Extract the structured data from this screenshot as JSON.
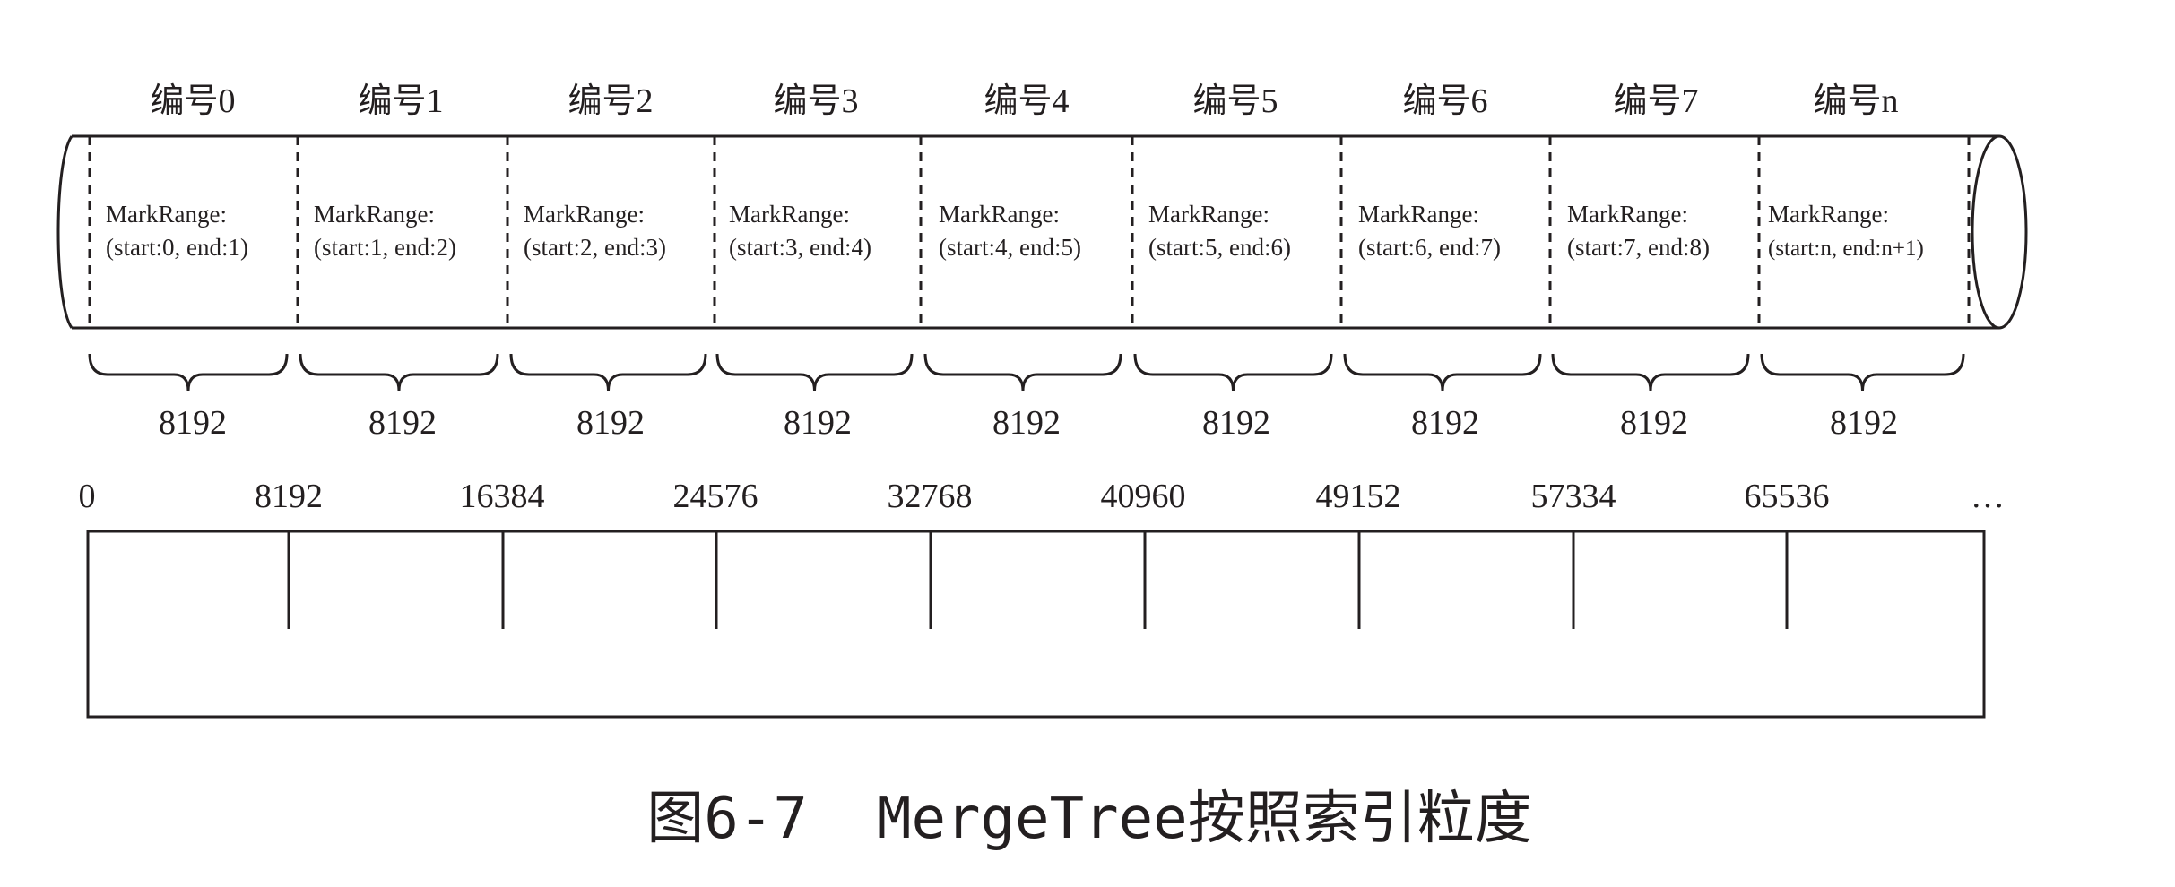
{
  "segment_labels": [
    "编号0",
    "编号1",
    "编号2",
    "编号3",
    "编号4",
    "编号5",
    "编号6",
    "编号7",
    "编号n"
  ],
  "mark_ranges": [
    {
      "line1": "MarkRange:",
      "line2": "(start:0, end:1)"
    },
    {
      "line1": "MarkRange:",
      "line2": "(start:1, end:2)"
    },
    {
      "line1": "MarkRange:",
      "line2": "(start:2, end:3)"
    },
    {
      "line1": "MarkRange:",
      "line2": "(start:3, end:4)"
    },
    {
      "line1": "MarkRange:",
      "line2": "(start:4, end:5)"
    },
    {
      "line1": "MarkRange:",
      "line2": "(start:5, end:6)"
    },
    {
      "line1": "MarkRange:",
      "line2": "(start:6, end:7)"
    },
    {
      "line1": "MarkRange:",
      "line2": "(start:7, end:8)"
    },
    {
      "line1": "MarkRange:",
      "line2": "(start:n, end:n+1)"
    }
  ],
  "granule_sizes": [
    "8192",
    "8192",
    "8192",
    "8192",
    "8192",
    "8192",
    "8192",
    "8192",
    "8192"
  ],
  "offsets": [
    "0",
    "8192",
    "16384",
    "24576",
    "32768",
    "40960",
    "49152",
    "57334",
    "65536"
  ],
  "offsets_ellipsis": "…",
  "caption": "图6-7  MergeTree按照索引粒度",
  "colors": {
    "ink": "#231f20",
    "background": "#ffffff"
  }
}
